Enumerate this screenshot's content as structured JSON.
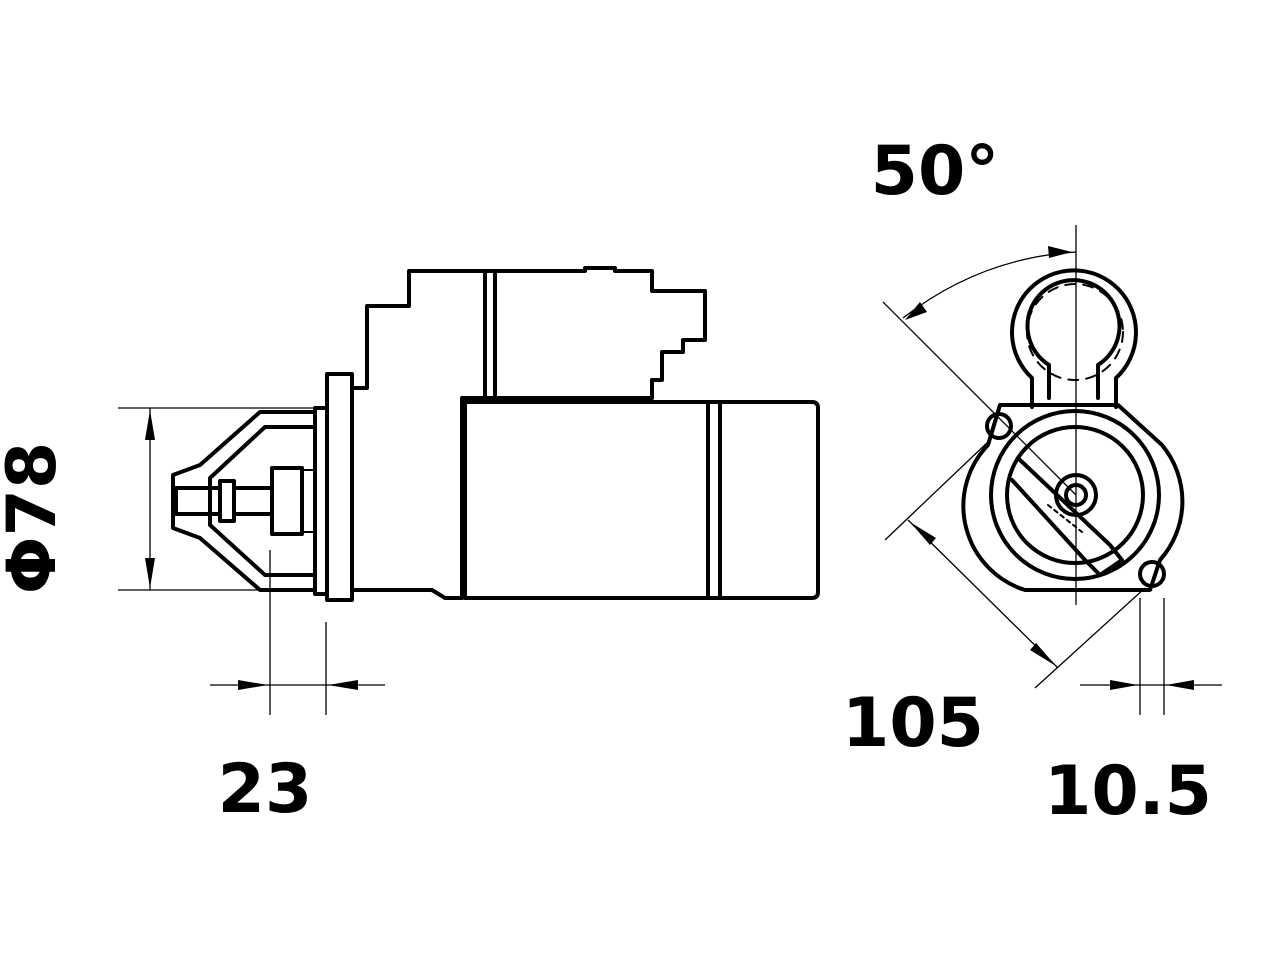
{
  "dimensions": {
    "diameter": "Φ78",
    "pilot_length": "23",
    "angle": "50°",
    "mount_distance": "105",
    "hole_offset": "10.5"
  },
  "colors": {
    "line": "#000000",
    "background": "#ffffff"
  }
}
